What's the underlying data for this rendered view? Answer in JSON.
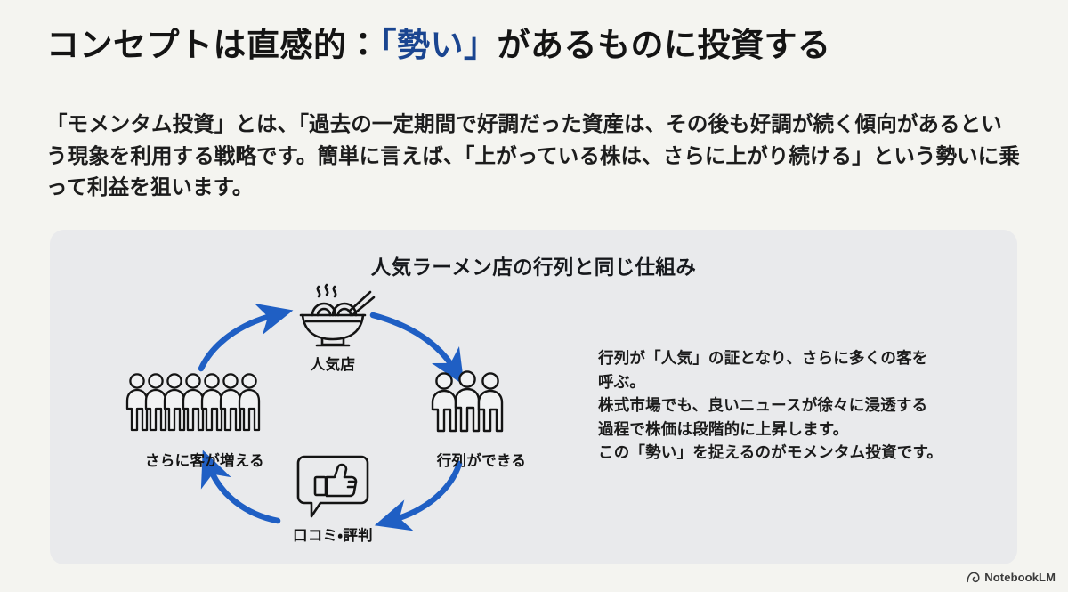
{
  "slide": {
    "title_part1": "コンセプトは直感的：",
    "title_accent": "「勢い」",
    "title_part2": "があるものに投資する",
    "lead": "「モメンタム投資」とは、「過去の一定期間で好調だった資産は、その後も好調が続く傾向があるという現象を利用する戦略です。簡単に言えば、「上がっている株は、さらに上がり続ける」という勢いに乗って利益を狙います。"
  },
  "card": {
    "heading": "人気ラーメン店の行列と同じ仕組み",
    "cycle": {
      "nodes": [
        {
          "id": "top",
          "label": "人気店",
          "icon": "ramen-bowl-icon"
        },
        {
          "id": "right",
          "label": "行列ができる",
          "icon": "three-people-icon"
        },
        {
          "id": "bottom",
          "label": "口コミ・評判",
          "icon": "thumbs-up-speech-bubble-icon"
        },
        {
          "id": "left",
          "label": "さらに客が増える",
          "icon": "crowd-people-icon"
        }
      ],
      "arrow_color": "#1f5fc4"
    },
    "description_lines": [
      "行列が「人気」の証となり、さらに多くの客を",
      "呼ぶ。",
      "株式市場でも、良いニュースが徐々に浸透する",
      "過程で株価は段階的に上昇します。",
      "この「勢い」を捉えるのがモメンタム投資です。"
    ]
  },
  "watermark": {
    "label": "NotebookLM",
    "icon": "notebooklm-logo-icon"
  },
  "colors": {
    "page_background": "#f4f4f0",
    "card_background": "#e9eaec",
    "title_accent": "#1a4590",
    "arrow_blue": "#1f5fc4",
    "text": "#141414"
  }
}
